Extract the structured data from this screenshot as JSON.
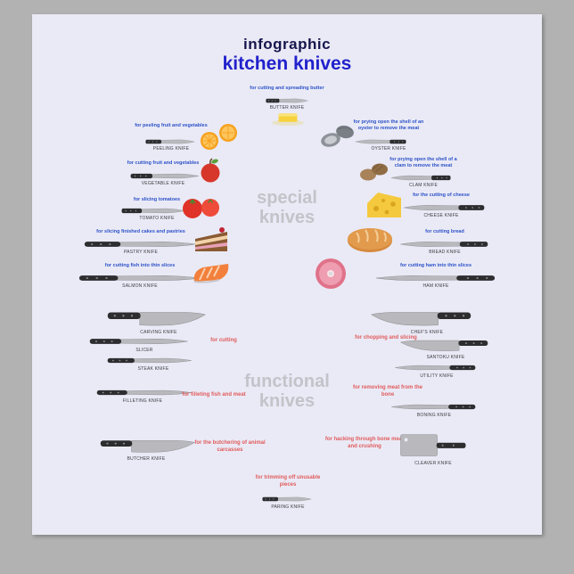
{
  "title": {
    "eyebrow": "infographic",
    "main": "kitchen knives"
  },
  "sections": {
    "special": {
      "line1": "special",
      "line2": "knives"
    },
    "functional": {
      "line1": "functional",
      "line2": "knives"
    }
  },
  "colors": {
    "poster_bg": "#eaeaf6",
    "frame_bg": "#b2b2b2",
    "title_navy": "#16164e",
    "title_blue": "#2121cc",
    "desc_blue": "#2d52c8",
    "desc_red": "#e05b5b",
    "section_gray": "#c3c3c9"
  },
  "special": [
    {
      "desc": "for cutting and spreading butter",
      "name": "BUTTER KNIFE"
    },
    {
      "desc": "for peeling fruit and vegetables",
      "name": "PEELING KNIFE"
    },
    {
      "desc": "for prying open the shell of an oyster to remove the meat",
      "name": "OYSTER KNIFE"
    },
    {
      "desc": "for cutting fruit and vegetables",
      "name": "VEGETABLE KNIFE"
    },
    {
      "desc": "for prying open the shell of a clam to remove the meat",
      "name": "CLAM KNIFE"
    },
    {
      "desc": "for slicing tomatoes",
      "name": "TOMATO KNIFE"
    },
    {
      "desc": "for the cutting of cheese",
      "name": "CHEESE KNIFE"
    },
    {
      "desc": "for slicing finished cakes and pastries",
      "name": "PASTRY KNIFE"
    },
    {
      "desc": "for cutting bread",
      "name": "BREAD KNIFE"
    },
    {
      "desc": "for cutting fish into thin slices",
      "name": "SALMON KNIFE"
    },
    {
      "desc": "for cutting ham into thin slices",
      "name": "HAM KNIFE"
    }
  ],
  "functional": {
    "cutting": {
      "desc": "for cutting",
      "knife1": "CARVING KNIFE",
      "knife2": "SLICER",
      "knife3": "STEAK KNIFE"
    },
    "chopping": {
      "desc": "for chopping and slicing",
      "knife1": "CHEF'S KNIFE",
      "knife2": "SANTOKU KNIFE",
      "knife3": "UTILITY KNIFE"
    },
    "filleting": {
      "desc": "for filleting fish and meat",
      "name": "FILLETING KNIFE"
    },
    "boning": {
      "desc": "for removing meat from the bone",
      "name": "BONING KNIFE"
    },
    "butchering": {
      "desc": "for the butchering of animal carcasses",
      "name": "BUTCHER KNIFE"
    },
    "hacking": {
      "desc": "for hacking through bone meat and crushing",
      "name": "CLEAVER KNIFE"
    },
    "trimming": {
      "desc": "for trimming off unusable pieces",
      "name": "PARING KNIFE"
    }
  }
}
